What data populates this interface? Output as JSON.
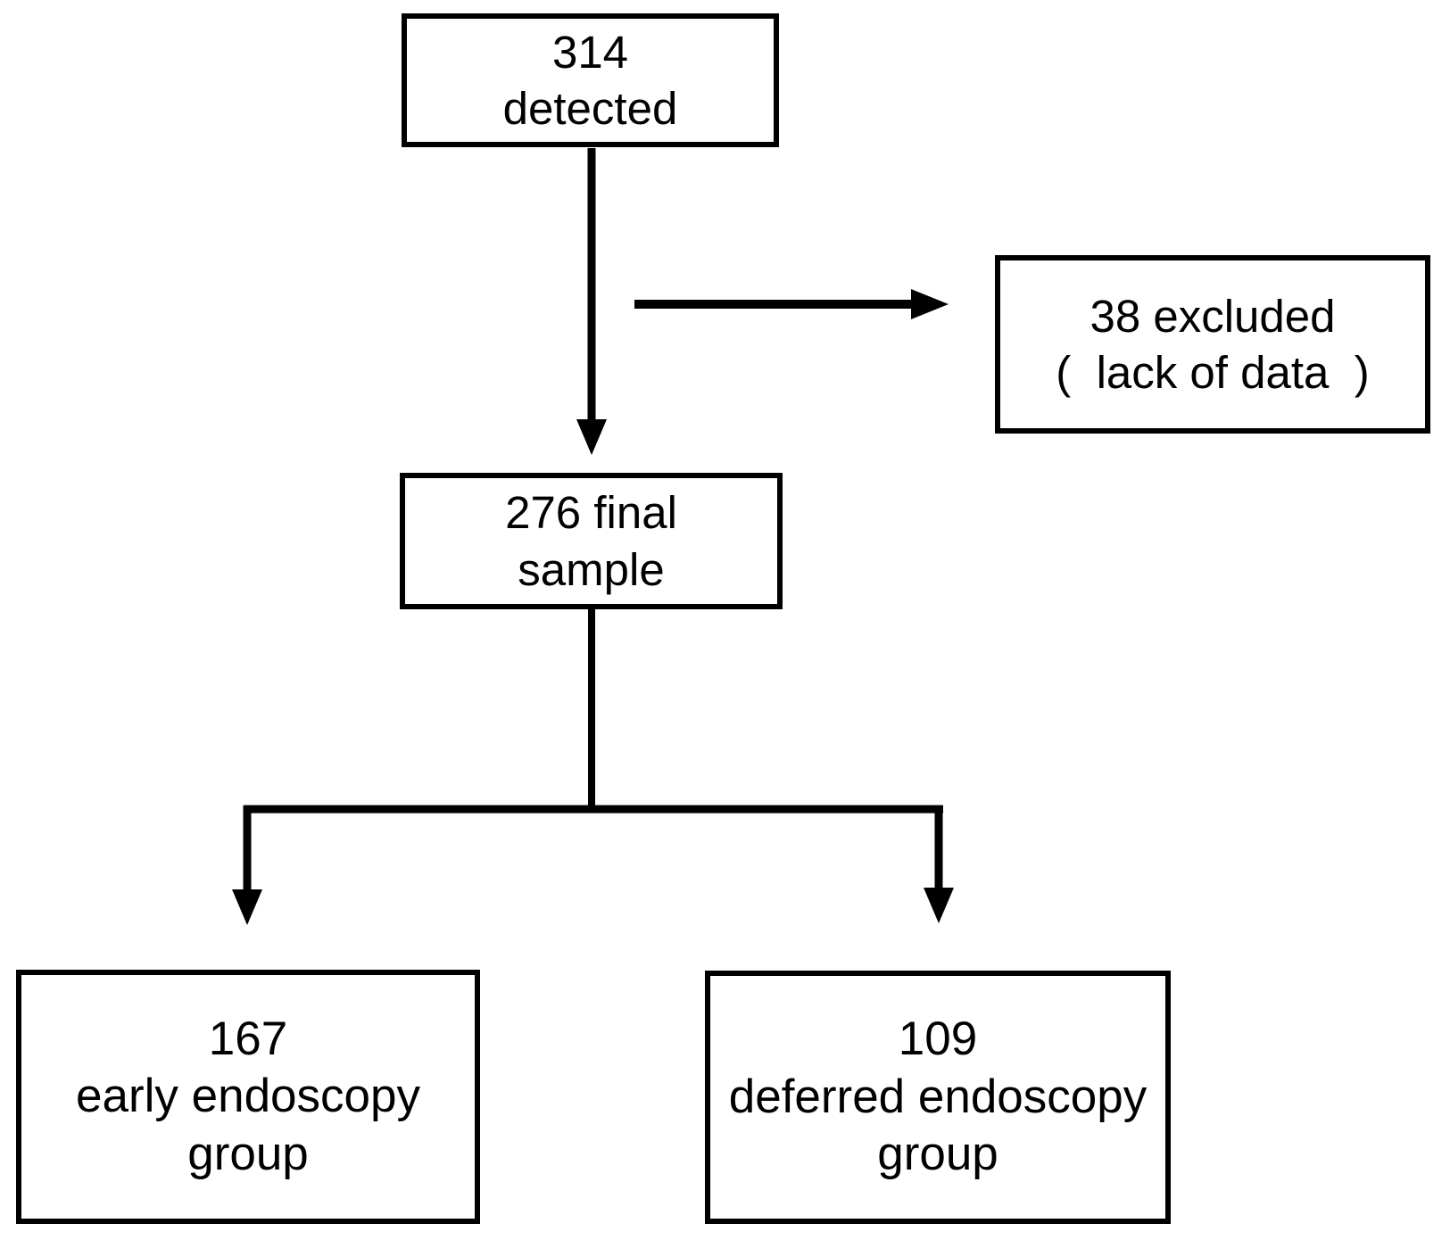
{
  "diagram": {
    "type": "flowchart",
    "nodes": {
      "detected": {
        "lines": [
          "314",
          "detected"
        ]
      },
      "excluded": {
        "lines": [
          "38 excluded",
          "(  lack of data  )"
        ]
      },
      "final": {
        "lines": [
          "276 final",
          "sample"
        ]
      },
      "early": {
        "lines": [
          "167",
          "early endoscopy",
          "group"
        ]
      },
      "deferred": {
        "lines": [
          "109",
          "deferred endoscopy",
          "group"
        ]
      }
    },
    "edges": [
      {
        "from": "detected",
        "to": "final",
        "style": "arrow"
      },
      {
        "from": "detected",
        "to": "excluded",
        "style": "arrow"
      },
      {
        "from": "final",
        "to": "early",
        "style": "arrow"
      },
      {
        "from": "final",
        "to": "deferred",
        "style": "arrow"
      }
    ]
  },
  "colors": {
    "line_color": "#000000",
    "border_color": "#000000",
    "background_color": "#ffffff",
    "text_color": "#000000"
  }
}
